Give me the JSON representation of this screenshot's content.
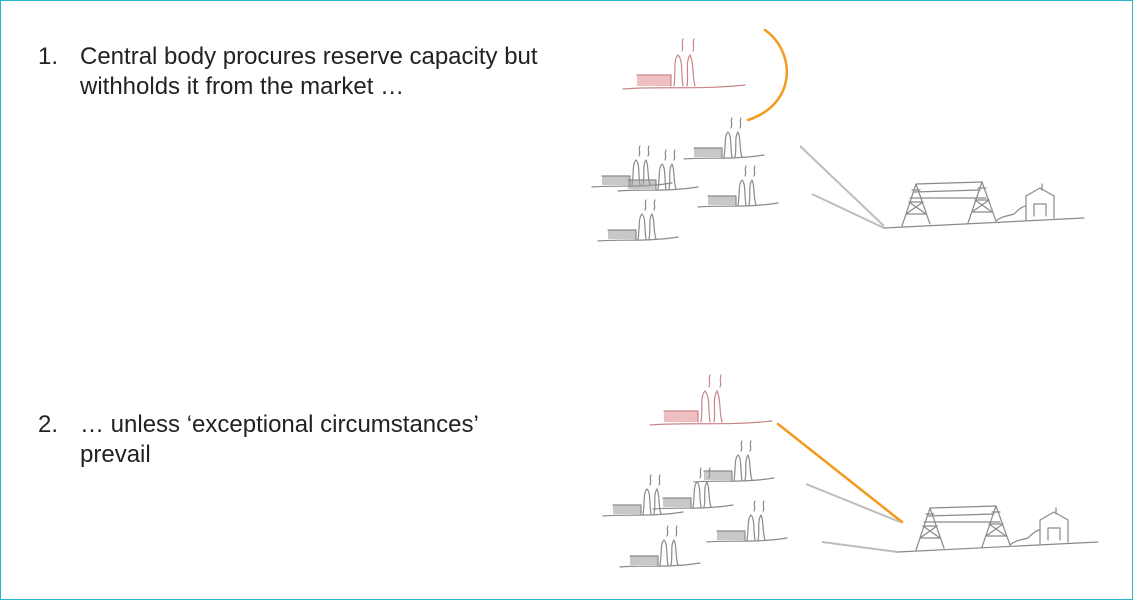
{
  "items": [
    {
      "number": "1.",
      "text": "Central body procures reserve capacity but withholds it from the market …"
    },
    {
      "number": "2.",
      "text": "… unless ‘exceptional circumstances’ prevail"
    }
  ],
  "colors": {
    "border": "#2bb3c6",
    "orange": "#f39a1e",
    "grey_line": "#bdbdbd",
    "reserve_plant": "#e7a3a6"
  }
}
